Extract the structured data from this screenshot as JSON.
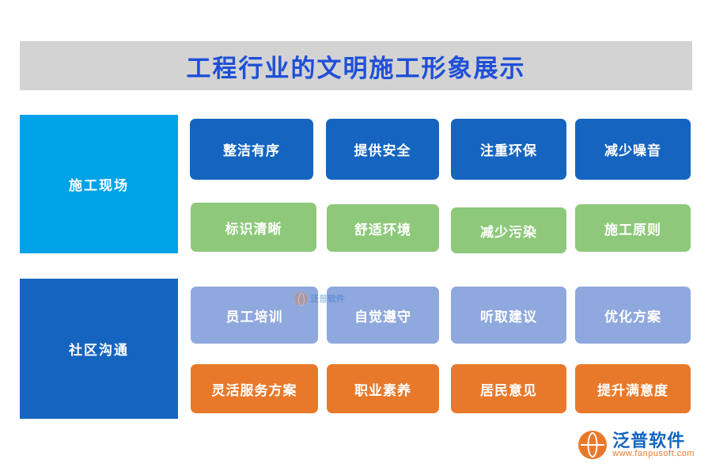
{
  "title": "工程行业的文明施工形象展示",
  "rows": [
    {
      "label": "施工现场",
      "label_color": "#00a2e8",
      "lines": [
        {
          "color": "#1565c0",
          "cards": [
            "整洁有序",
            "提供安全",
            "注重环保",
            "减少噪音"
          ]
        },
        {
          "color": "#8ec87a",
          "cards": [
            "标识清晰",
            "舒适环境",
            "减少污染",
            "施工原则"
          ]
        }
      ]
    },
    {
      "label": "社区沟通",
      "label_color": "#1565c0",
      "lines": [
        {
          "color": "#8fa8dd",
          "cards": [
            "员工培训",
            "自觉遵守",
            "听取建议",
            "优化方案"
          ]
        },
        {
          "color": "#e8792b",
          "cards": [
            "灵活服务方案",
            "职业素养",
            "居民意见",
            "提升满意度"
          ]
        }
      ]
    }
  ],
  "watermark": {
    "center_text": "泛普软件"
  },
  "brand": {
    "name": "泛普软件",
    "url": "www.fanpusoft.com"
  },
  "colors": {
    "title_text": "#1f4fd8",
    "banner_bg": "#d3d3d3",
    "accent_orange": "#e8792b",
    "accent_blue": "#1565c0"
  }
}
